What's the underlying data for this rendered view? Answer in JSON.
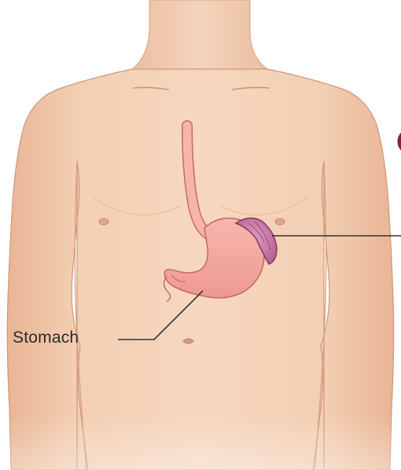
{
  "diagram": {
    "labels": {
      "stomach": "Stomach"
    },
    "icons": [
      "torso-illustration",
      "esophagus",
      "stomach",
      "hiatal-hernia-pouch",
      "leader-line"
    ],
    "colors": {
      "skin": "#f1c9ac",
      "skin_shadow": "#e2ad8d",
      "skin_outline": "#c98c6c",
      "stomach": "#f2a39c",
      "stomach_outline": "#c46c67",
      "hernia": "#c779a6",
      "hernia_outline": "#8a3c67",
      "accent_circle": "#8a1c3e",
      "leader_line": "#333333"
    }
  }
}
